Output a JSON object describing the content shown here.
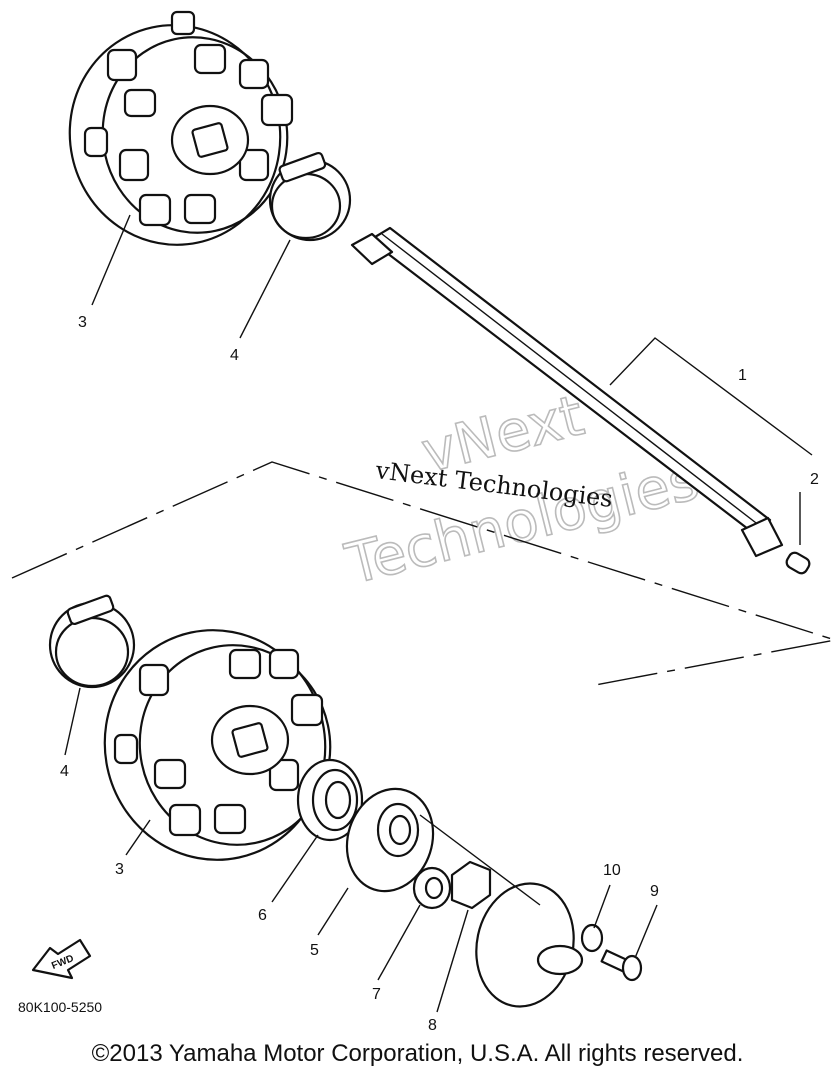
{
  "diagram": {
    "callouts": {
      "c1": "1",
      "c2": "2",
      "c3_top": "3",
      "c4_top": "4",
      "c4_bottom": "4",
      "c3_bottom": "3",
      "c6": "6",
      "c5": "5",
      "c7": "7",
      "c8": "8",
      "c10": "10",
      "c9": "9"
    },
    "fwd_label": "FWD",
    "part_code": "80K100-5250",
    "watermark_small": "vNext Technologies",
    "watermark_big_line1": "vNext",
    "watermark_big_line2": "Technologies"
  },
  "footer": {
    "copyright": "©2013 Yamaha Motor Corporation, U.S.A. All rights reserved."
  }
}
